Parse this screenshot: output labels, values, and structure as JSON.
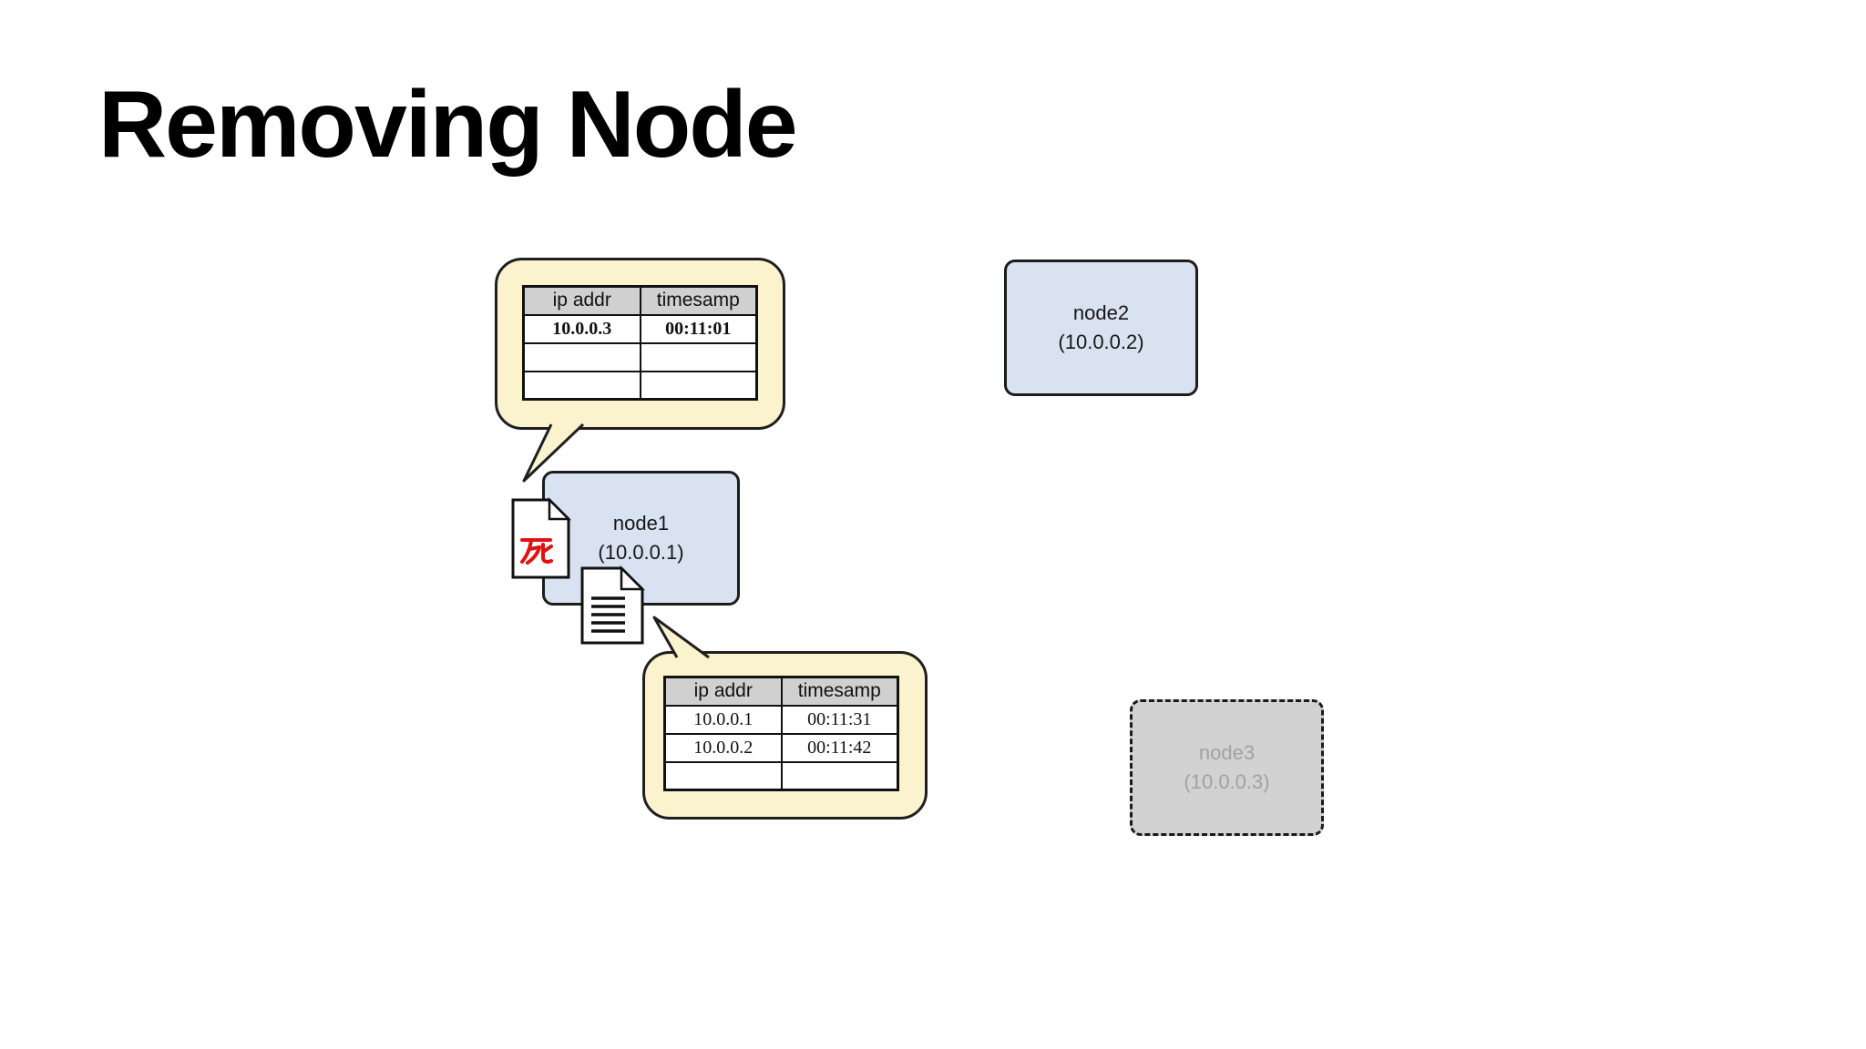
{
  "slide": {
    "title": "Removing Node"
  },
  "bubbles": [
    {
      "name": "node3-gossip-table-bubble",
      "headers": [
        "ip addr",
        "timesamp"
      ],
      "rows": [
        [
          "10.0.0.3",
          "00:11:01"
        ],
        [
          "",
          ""
        ],
        [
          "",
          ""
        ]
      ]
    },
    {
      "name": "node1-gossip-table-bubble",
      "headers": [
        "ip addr",
        "timesamp"
      ],
      "rows": [
        [
          "10.0.0.1",
          "00:11:31"
        ],
        [
          "10.0.0.2",
          "00:11:42"
        ],
        [
          "",
          ""
        ]
      ]
    }
  ],
  "nodes": [
    {
      "label": "node1",
      "ip": "(10.0.0.1)"
    },
    {
      "label": "node2",
      "ip": "(10.0.0.2)"
    },
    {
      "label": "node3",
      "ip": "(10.0.0.3)"
    }
  ],
  "icons": {
    "death_kanji_glyph": "死",
    "death_document": "document-with-red-death-kanji",
    "text_document": "document-with-text-lines"
  },
  "colors": {
    "bubble_fill": "#FAF3CD",
    "node_fill": "#D9E2F1",
    "node_removed_fill": "#D2D2D2",
    "table_header_fill": "#D0D0D0",
    "death_red": "#E31212"
  }
}
